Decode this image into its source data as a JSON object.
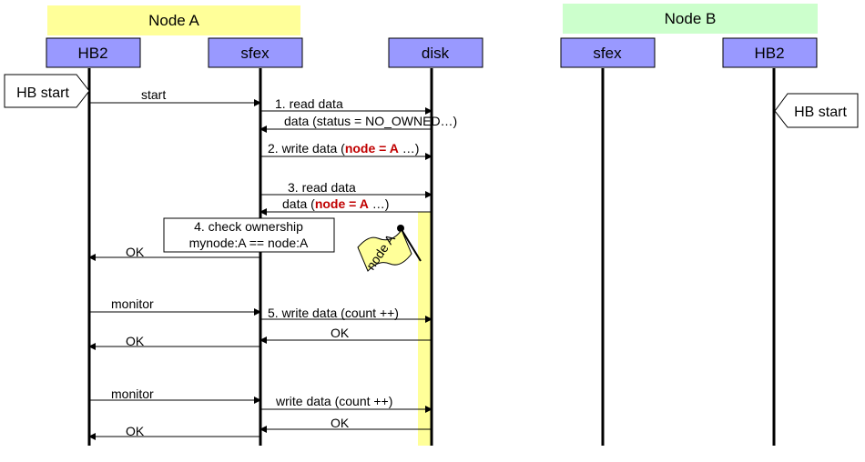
{
  "groups": {
    "node_a": {
      "label": "Node A",
      "fill": "#ffff99"
    },
    "node_b": {
      "label": "Node B",
      "fill": "#ccffcc"
    }
  },
  "lifelines": {
    "a_hb2": {
      "label": "HB2"
    },
    "a_sfex": {
      "label": "sfex"
    },
    "disk": {
      "label": "disk"
    },
    "b_sfex": {
      "label": "sfex"
    },
    "b_hb2": {
      "label": "HB2"
    },
    "box_fill": "#9999ff"
  },
  "callouts": {
    "a_hb_start": "HB start",
    "b_hb_start": "HB start"
  },
  "messages": {
    "start": "start",
    "read_data_1": "1. read data",
    "data_status": "data (status = NO_OWNED…)",
    "write_data_2_prefix": "2. write data (",
    "write_data_2_node": "node = A",
    "write_data_2_suffix": " …)",
    "read_data_3": "3. read data",
    "data_node_prefix": "data (",
    "data_node_node": "node = A",
    "data_node_suffix": " …)",
    "ok_1": "OK",
    "monitor_1": "monitor",
    "write_data_5": "5. write data (count ++)",
    "ok_2": "OK",
    "ok_3": "OK",
    "monitor_2": "monitor",
    "write_data_6": "write data (count ++)",
    "ok_4": "OK",
    "ok_5": "OK"
  },
  "check_box": {
    "line1": "4. check ownership",
    "line2": "mynode:A == node:A"
  },
  "flag": {
    "label": "node A",
    "fill": "#ffff99"
  },
  "highlight": {
    "fill": "#ffff99"
  },
  "colors": {
    "emphasis": "#c00000"
  }
}
